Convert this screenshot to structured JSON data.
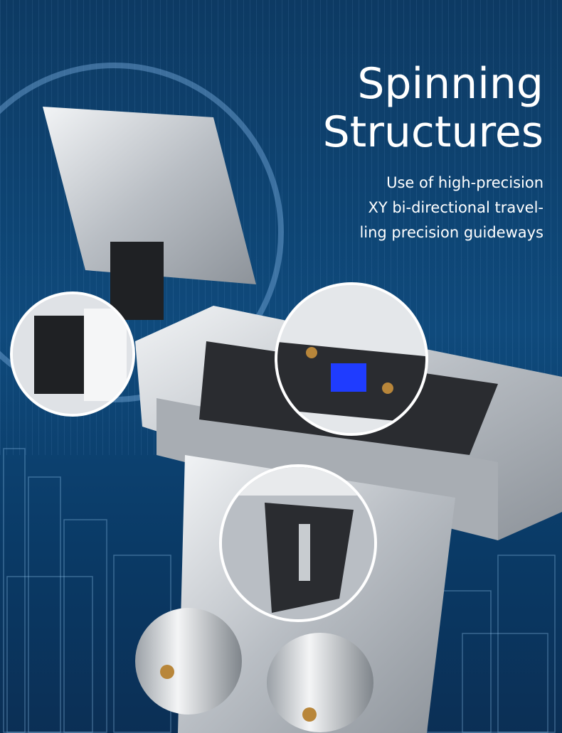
{
  "headline": {
    "title_line1": "Spinning",
    "title_line2": "Structures",
    "subtitle_lines": [
      "Use of high-precision",
      "XY bi-directional travel-",
      "ling precision guideways"
    ]
  },
  "colors": {
    "background": "#0f4a7c",
    "accent_blue": "#1f3cff",
    "brass": "#b8863a"
  }
}
